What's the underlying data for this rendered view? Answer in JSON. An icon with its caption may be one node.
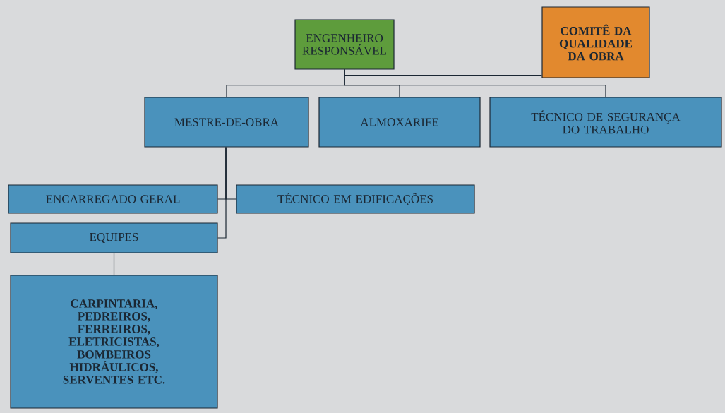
{
  "diagram": {
    "nodes": [
      {
        "text": [
          "ENGENHEIRO RESPONSÁVEL"
        ]
      },
      {
        "text": [
          "COMITÊ DA QUALIDADE DA OBRA"
        ]
      },
      {
        "text": [
          "MESTRE-DE-OBRA"
        ]
      },
      {
        "text": [
          "ALMOXARIFE"
        ]
      },
      {
        "text": [
          "TÉCNICO DE SEGURANÇA DO TRABALHO"
        ]
      },
      {
        "text": [
          "ENCARREGADO GERAL"
        ]
      },
      {
        "text": [
          "TÉCNICO EM EDIFICAÇÕES"
        ]
      },
      {
        "text": [
          "EQUIPES"
        ]
      },
      {
        "text": [
          "CARPINTARIA, PEDREIROS, FERREIROS, ELETRICISTAS, BOMBEIROS HIDRÁULICOS, SERVENTES ETC."
        ]
      }
    ],
    "edges": [
      {
        "from": 0,
        "to": 1,
        "arrow": "none"
      },
      {
        "from": 0,
        "to": 2,
        "arrow": "none"
      },
      {
        "from": 0,
        "to": 3,
        "arrow": "none"
      },
      {
        "from": 0,
        "to": 4,
        "arrow": "none"
      },
      {
        "from": 2,
        "to": 5,
        "arrow": "none"
      },
      {
        "from": 2,
        "to": 6,
        "arrow": "none"
      },
      {
        "from": 2,
        "to": 7,
        "arrow": "none"
      },
      {
        "from": 7,
        "to": 8,
        "arrow": "none"
      }
    ]
  }
}
